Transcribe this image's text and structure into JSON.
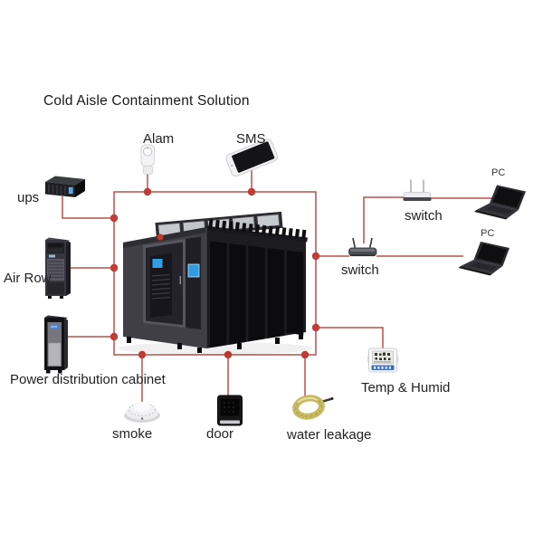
{
  "title": "Cold Aisle Containment Solution",
  "colors": {
    "background": "#ffffff",
    "wire": "#b8504a",
    "junction_dot": "#c23b34",
    "text": "#222224",
    "brand_logo_red": "#c0392b",
    "screen_blue": "#2f9be0",
    "cable_coil_yellow": "#c6ba62"
  },
  "center": {
    "icon": "cold-aisle-containment-icon"
  },
  "nodes": {
    "ups": {
      "label": "ups",
      "icon": "ups-device-icon"
    },
    "alarm": {
      "label": "Alam",
      "icon": "alarm-sensor-icon"
    },
    "sms": {
      "label": "SMS",
      "icon": "smartphone-icon"
    },
    "switch_top": {
      "label": "switch",
      "icon": "wireless-switch-icon"
    },
    "pc_top": {
      "label": "PC",
      "icon": "laptop-icon"
    },
    "switch_bottom": {
      "label": "switch",
      "icon": "wireless-switch-icon"
    },
    "pc_bottom": {
      "label": "PC",
      "icon": "laptop-icon"
    },
    "air_row": {
      "label": "Air Row",
      "icon": "air-conditioner-cabinet-icon"
    },
    "power_cabinet": {
      "label": "Power distribution cabinet",
      "icon": "power-cabinet-icon"
    },
    "smoke": {
      "label": "smoke",
      "icon": "smoke-detector-icon"
    },
    "door": {
      "label": "door",
      "icon": "door-access-keypad-icon"
    },
    "water_leakage": {
      "label": "water leakage",
      "icon": "cable-coil-icon"
    },
    "temp_humid": {
      "label": "Temp & Humid",
      "icon": "temp-humidity-sensor-icon"
    }
  }
}
